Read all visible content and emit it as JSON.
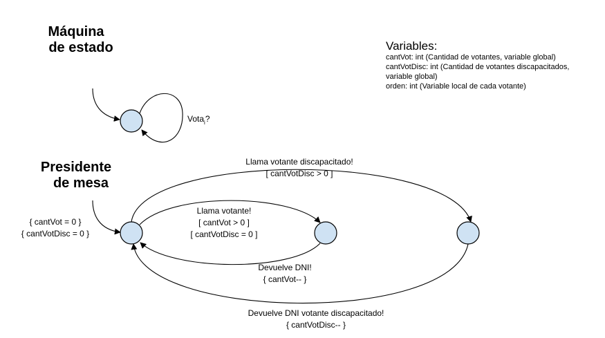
{
  "machine_section": {
    "title_line1": "Máquina",
    "title_line2": "de estado",
    "self_loop_label_main": "Vota",
    "self_loop_label_sub": "i",
    "self_loop_label_end": "?"
  },
  "president_section": {
    "title_line1": "Presidente",
    "title_line2": "de mesa",
    "initial_update_line1": "{ cantVot = 0 }",
    "initial_update_line2": "{ cantVotDisc = 0 }",
    "edge_call_voter_line1": "Llama votante!",
    "edge_call_voter_line2": "[ cantVot > 0 ]",
    "edge_call_voter_line3": "[ cantVotDisc = 0 ]",
    "edge_return_dni_line1": "Devuelve DNI!",
    "edge_return_dni_line2": "{ cantVot-- }",
    "edge_call_disabled_line1": "Llama votante discapacitado!",
    "edge_call_disabled_line2": "[ cantVotDisc > 0 ]",
    "edge_return_disabled_line1": "Devuelve DNI votante discapacitado!",
    "edge_return_disabled_line2": "{ cantVotDisc-- }"
  },
  "variables": {
    "title": "Variables:",
    "lines": [
      "cantVot: int (Cantidad de votantes, variable global)",
      "cantVotDisc: int (Cantidad de votantes discapacitados,",
      "variable global)",
      "orden: int (Variable local de cada votante)"
    ]
  }
}
